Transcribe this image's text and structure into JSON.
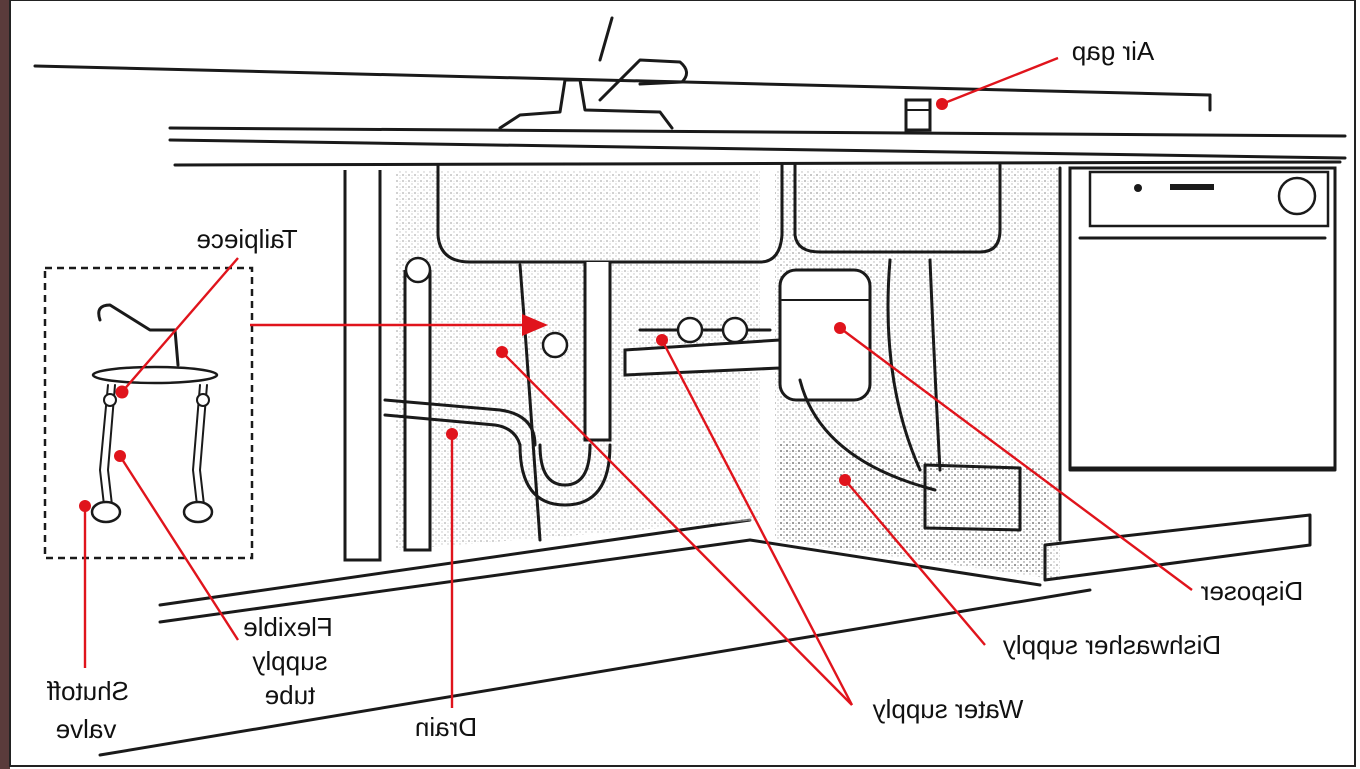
{
  "labels": {
    "air_gap": "Air gap",
    "tailpiece": "Tailpiece",
    "flexible_supply_tube": [
      "Flexible",
      "supply",
      "tube"
    ],
    "shutoff_valve": [
      "Shutoff",
      "valve"
    ],
    "drain": "Drain",
    "water_supply": "Water supply",
    "dishwasher_supply": "Dishwasher supply",
    "disposer": "Disposer"
  },
  "colors": {
    "leader": "#e0141c",
    "ink": "#1a1a1a",
    "background": "#ffffff"
  },
  "mirrored": true
}
